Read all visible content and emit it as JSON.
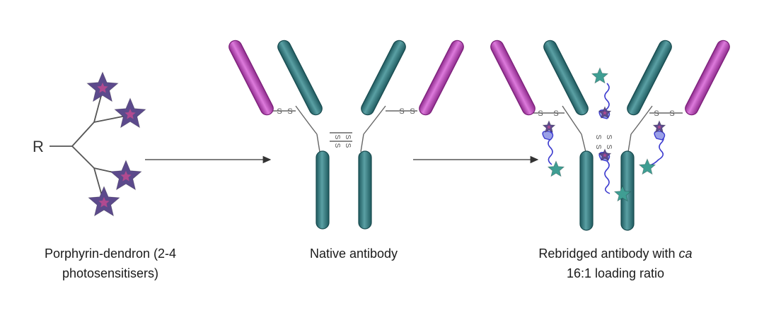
{
  "diagram": {
    "dendron_r_label": "R",
    "ss_label": "S",
    "captions": {
      "dendron_line1": "Porphyrin-dendron (2-4",
      "dendron_line2": "photosensitisers)",
      "native": "Native antibody",
      "rebridged_line1_main": "Rebridged antibody with ",
      "rebridged_line1_italic": "ca",
      "rebridged_line2": "16:1 loading ratio"
    }
  },
  "colors": {
    "star_fill": "#5c4a8c",
    "star_center": "#b04a90",
    "teal_fill": "#2d7075",
    "teal_stroke": "#174a4e",
    "magenta_fill": "#b93fb4",
    "magenta_stroke": "#7a1e78",
    "cyan_star": "#3f9e93",
    "linker_blue": "#3d3ccf",
    "line_gray": "#555555"
  }
}
